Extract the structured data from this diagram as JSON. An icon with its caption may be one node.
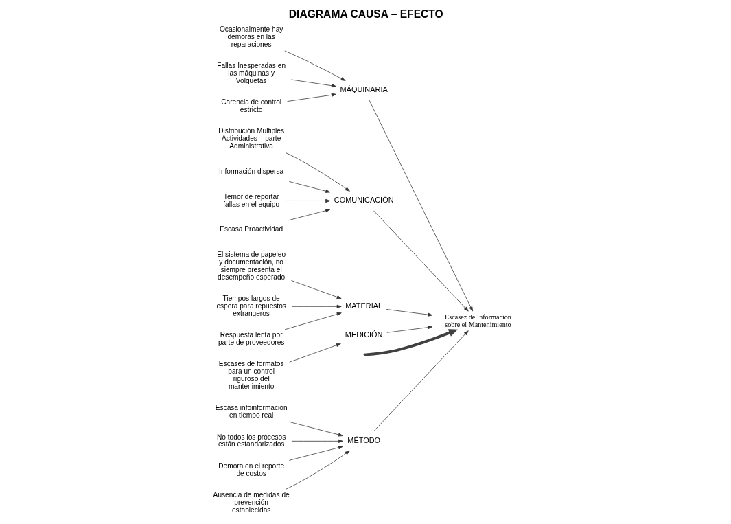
{
  "diagram": {
    "title": "DIAGRAMA CAUSA – EFECTO",
    "nodes": [
      {
        "text": [
          "MÉTODO"
        ]
      },
      {
        "text": [
          "Escasa infoinformación en tiempo real"
        ]
      },
      {
        "text": [
          "No todos los procesos están estandarizados"
        ]
      },
      {
        "text": [
          "Demora en el reporte de costos"
        ]
      },
      {
        "text": [
          "Ausencia de medidas de prevención establecidas"
        ]
      },
      {
        "text": [
          "MÁQUINARIA"
        ]
      },
      {
        "text": [
          "Ocasionalmente hay demoras en las reparaciones"
        ]
      },
      {
        "text": [
          "Fallas Inesperadas en las máquinas y Volquetas"
        ]
      },
      {
        "text": [
          "Carencia de control estricto"
        ]
      },
      {
        "text": [
          "COMUNICACIÓN"
        ]
      },
      {
        "text": [
          "Distribución Multiples Actividades – parte Administrativa"
        ]
      },
      {
        "text": [
          "Información dispersa"
        ]
      },
      {
        "text": [
          "Temor de reportar fallas en el equipo"
        ]
      },
      {
        "text": [
          "Escasa Proactividad"
        ]
      },
      {
        "text": [
          "MATERIAL"
        ]
      },
      {
        "text": [
          "El sistema de papeleo y documentación, no siempre presenta el desempeño esperado"
        ]
      },
      {
        "text": [
          "Tiempos largos de espera para repuestos extrangeros"
        ]
      },
      {
        "text": [
          "Respuesta lenta por parte de proveedores"
        ]
      },
      {
        "text": [
          "MEDICIÓN"
        ]
      },
      {
        "text": [
          "Escases de formatos para un control riguroso del mantenimiento"
        ]
      },
      {
        "text": [
          "Escasez de Información sobre el Mantenimiento"
        ]
      }
    ],
    "edges": [
      {
        "from": null,
        "to": 20,
        "arrow": "to",
        "style": "thick"
      },
      {
        "from": 0,
        "to": 20,
        "arrow": "to"
      },
      {
        "from": 1,
        "to": 0,
        "arrow": "to"
      },
      {
        "from": 2,
        "to": 0,
        "arrow": "to"
      },
      {
        "from": 3,
        "to": 0,
        "arrow": "to"
      },
      {
        "from": 4,
        "to": 0,
        "arrow": "to"
      },
      {
        "from": 5,
        "to": 20,
        "arrow": "to"
      },
      {
        "from": 6,
        "to": 5,
        "arrow": "to"
      },
      {
        "from": 7,
        "to": 5,
        "arrow": "to"
      },
      {
        "from": 8,
        "to": 5,
        "arrow": "to"
      },
      {
        "from": 9,
        "to": 20,
        "arrow": "to"
      },
      {
        "from": 10,
        "to": 9,
        "arrow": "to"
      },
      {
        "from": 11,
        "to": 9,
        "arrow": "to"
      },
      {
        "from": 12,
        "to": 9,
        "arrow": "to"
      },
      {
        "from": 13,
        "to": 9,
        "arrow": "to"
      },
      {
        "from": 14,
        "to": 20,
        "arrow": "to"
      },
      {
        "from": 15,
        "to": 14,
        "arrow": "to"
      },
      {
        "from": 16,
        "to": 14,
        "arrow": "to"
      },
      {
        "from": 17,
        "to": 14,
        "arrow": "to"
      },
      {
        "from": 18,
        "to": 20,
        "arrow": "to"
      },
      {
        "from": 19,
        "to": 18,
        "arrow": "to"
      }
    ]
  }
}
